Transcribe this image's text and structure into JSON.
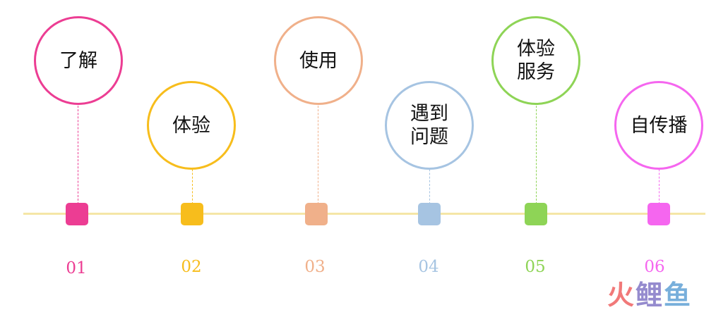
{
  "stages": [
    {
      "label": "了解",
      "number": "01",
      "color": "#ec3d93"
    },
    {
      "label": "体验",
      "number": "02",
      "color": "#f7bd1c"
    },
    {
      "label": "使用",
      "number": "03",
      "color": "#f0b08a"
    },
    {
      "label": "遇到\n问题",
      "number": "04",
      "color": "#a6c4e2"
    },
    {
      "label": "体验\n服务",
      "number": "05",
      "color": "#8ed456"
    },
    {
      "label": "自传播",
      "number": "06",
      "color": "#f566ef"
    }
  ],
  "watermark": {
    "part1": "火",
    "part2": "鲤",
    "part3": "鱼"
  }
}
